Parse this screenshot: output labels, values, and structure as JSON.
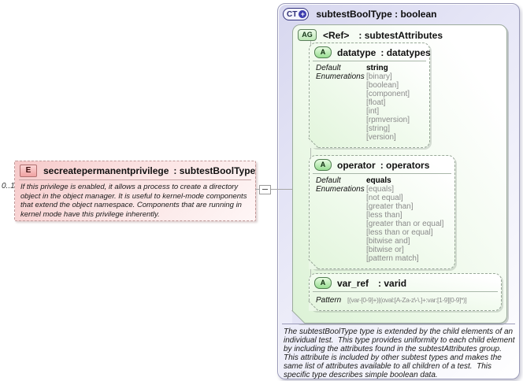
{
  "colors": {
    "panel_fill": "#e7e7f7",
    "panel_border": "#9a9ab8",
    "group_fill": "#e2f5dc",
    "group_border": "#9aa89a",
    "element_fill": "#f6c9c9",
    "element_border": "#c09a9a",
    "enum_text": "#8a8a8a",
    "badge_ct_color": "#2d2d74",
    "badge_a_fill": "#99de93",
    "badge_e_fill": "#f0a2a2"
  },
  "multiplicity": "0..1",
  "element": {
    "badge": "E",
    "name": "secreatepermanentprivilege",
    "type_label": ": subtestBoolType",
    "annotation": "If this privilege is enabled, it allows a process to create a directory object in the object manager. It is useful to kernel-mode components that extend the object namespace. Components that are running in kernel mode have this privilege inherently."
  },
  "complex_type": {
    "badge": "CT",
    "plus": "+",
    "title": "subtestBoolType : boolean",
    "attribute_group": {
      "badge": "AG",
      "ref": "<Ref>",
      "type_label": ": subtestAttributes",
      "attributes": [
        {
          "badge": "A",
          "name": "datatype",
          "type_label": ": datatypes",
          "default_label": "Default",
          "default_value": "string",
          "enumerations_label": "Enumerations",
          "enumerations": [
            "[binary]",
            "[boolean]",
            "[component]",
            "[float]",
            "[int]",
            "[rpmversion]",
            "[string]",
            "[version]"
          ]
        },
        {
          "badge": "A",
          "name": "operator",
          "type_label": ": operators",
          "default_label": "Default",
          "default_value": "equals",
          "enumerations_label": "Enumerations",
          "enumerations": [
            "[equals]",
            "[not equal]",
            "[greater than]",
            "[less than]",
            "[greater than or equal]",
            "[less than or equal]",
            "[bitwise and]",
            "[bitwise or]",
            "[pattern match]"
          ]
        },
        {
          "badge": "A",
          "name": "var_ref",
          "type_label": ": varid",
          "pattern_label": "Pattern",
          "pattern_value": "[(var-[0-9]+)|(oval:[A-Za-z\\-\\.]+:var:[1-9][0-9]*)]"
        }
      ]
    },
    "documentation": "The subtestBoolType type is extended by the child elements of an individual test.  This type provides uniformity to each child element by including the attributes found in the subtestAttributes group.  This attribute is included by other subtest types and makes the same list of attributes available to all children of a test.  This specific type describes simple boolean data."
  }
}
